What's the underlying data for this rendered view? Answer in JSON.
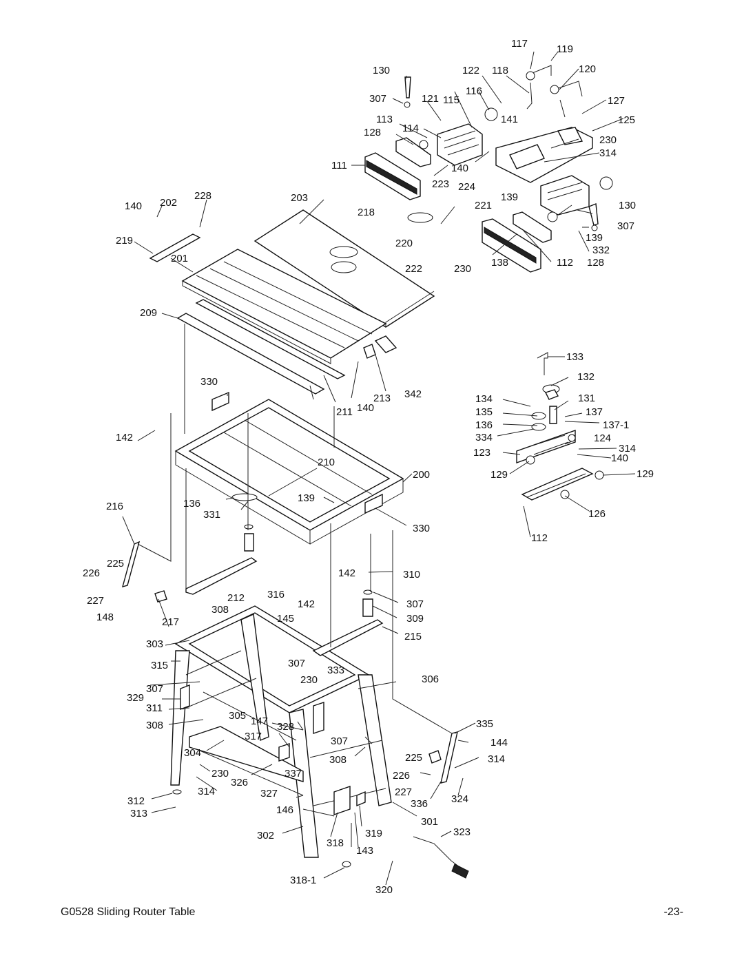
{
  "footer": {
    "title": "G0528 Sliding Router Table",
    "page": "-23-"
  },
  "callouts": [
    {
      "id": "117",
      "text": "117"
    },
    {
      "id": "119",
      "text": "119"
    },
    {
      "id": "130",
      "text": "130"
    },
    {
      "id": "122",
      "text": "122"
    },
    {
      "id": "118",
      "text": "118"
    },
    {
      "id": "120",
      "text": "120"
    },
    {
      "id": "307",
      "text": "307"
    },
    {
      "id": "121",
      "text": "121"
    },
    {
      "id": "115",
      "text": "115"
    },
    {
      "id": "116",
      "text": "116"
    },
    {
      "id": "127",
      "text": "127"
    },
    {
      "id": "113",
      "text": "113"
    },
    {
      "id": "141",
      "text": "141"
    },
    {
      "id": "125",
      "text": "125"
    },
    {
      "id": "128",
      "text": "128"
    },
    {
      "id": "114",
      "text": "114"
    },
    {
      "id": "230",
      "text": "230"
    },
    {
      "id": "314",
      "text": "314"
    },
    {
      "id": "111",
      "text": "111"
    },
    {
      "id": "140",
      "text": "140"
    },
    {
      "id": "223",
      "text": "223"
    },
    {
      "id": "224",
      "text": "224"
    },
    {
      "id": "139",
      "text": "139"
    },
    {
      "id": "202",
      "text": "202"
    },
    {
      "id": "228",
      "text": "228"
    },
    {
      "id": "203",
      "text": "203"
    },
    {
      "id": "221",
      "text": "221"
    },
    {
      "id": "218",
      "text": "218"
    },
    {
      "id": "219",
      "text": "219"
    },
    {
      "id": "220",
      "text": "220"
    },
    {
      "id": "332",
      "text": "332"
    },
    {
      "id": "201",
      "text": "201"
    },
    {
      "id": "222",
      "text": "222"
    },
    {
      "id": "138",
      "text": "138"
    },
    {
      "id": "112",
      "text": "112"
    },
    {
      "id": "209",
      "text": "209"
    },
    {
      "id": "133",
      "text": "133"
    },
    {
      "id": "132",
      "text": "132"
    },
    {
      "id": "330",
      "text": "330"
    },
    {
      "id": "342",
      "text": "342"
    },
    {
      "id": "134",
      "text": "134"
    },
    {
      "id": "131",
      "text": "131"
    },
    {
      "id": "213",
      "text": "213"
    },
    {
      "id": "211",
      "text": "211"
    },
    {
      "id": "135",
      "text": "135"
    },
    {
      "id": "137",
      "text": "137"
    },
    {
      "id": "136",
      "text": "136"
    },
    {
      "id": "137-1",
      "text": "137-1"
    },
    {
      "id": "142",
      "text": "142"
    },
    {
      "id": "334",
      "text": "334"
    },
    {
      "id": "124",
      "text": "124"
    },
    {
      "id": "123",
      "text": "123"
    },
    {
      "id": "210",
      "text": "210"
    },
    {
      "id": "129",
      "text": "129"
    },
    {
      "id": "200",
      "text": "200"
    },
    {
      "id": "216",
      "text": "216"
    },
    {
      "id": "331",
      "text": "331"
    },
    {
      "id": "126",
      "text": "126"
    },
    {
      "id": "225",
      "text": "225"
    },
    {
      "id": "310",
      "text": "310"
    },
    {
      "id": "226",
      "text": "226"
    },
    {
      "id": "212",
      "text": "212"
    },
    {
      "id": "316",
      "text": "316"
    },
    {
      "id": "227",
      "text": "227"
    },
    {
      "id": "308",
      "text": "308"
    },
    {
      "id": "148",
      "text": "148"
    },
    {
      "id": "145",
      "text": "145"
    },
    {
      "id": "309",
      "text": "309"
    },
    {
      "id": "217",
      "text": "217"
    },
    {
      "id": "215",
      "text": "215"
    },
    {
      "id": "303",
      "text": "303"
    },
    {
      "id": "315",
      "text": "315"
    },
    {
      "id": "333",
      "text": "333"
    },
    {
      "id": "306",
      "text": "306"
    },
    {
      "id": "329",
      "text": "329"
    },
    {
      "id": "311",
      "text": "311"
    },
    {
      "id": "305",
      "text": "305"
    },
    {
      "id": "147",
      "text": "147"
    },
    {
      "id": "328",
      "text": "328"
    },
    {
      "id": "335",
      "text": "335"
    },
    {
      "id": "317",
      "text": "317"
    },
    {
      "id": "144",
      "text": "144"
    },
    {
      "id": "304",
      "text": "304"
    },
    {
      "id": "326",
      "text": "326"
    },
    {
      "id": "337",
      "text": "337"
    },
    {
      "id": "327",
      "text": "327"
    },
    {
      "id": "336",
      "text": "336"
    },
    {
      "id": "324",
      "text": "324"
    },
    {
      "id": "312",
      "text": "312"
    },
    {
      "id": "146",
      "text": "146"
    },
    {
      "id": "301",
      "text": "301"
    },
    {
      "id": "313",
      "text": "313"
    },
    {
      "id": "302",
      "text": "302"
    },
    {
      "id": "319",
      "text": "319"
    },
    {
      "id": "323",
      "text": "323"
    },
    {
      "id": "318",
      "text": "318"
    },
    {
      "id": "143",
      "text": "143"
    },
    {
      "id": "318-1",
      "text": "318-1"
    },
    {
      "id": "320",
      "text": "320"
    }
  ]
}
